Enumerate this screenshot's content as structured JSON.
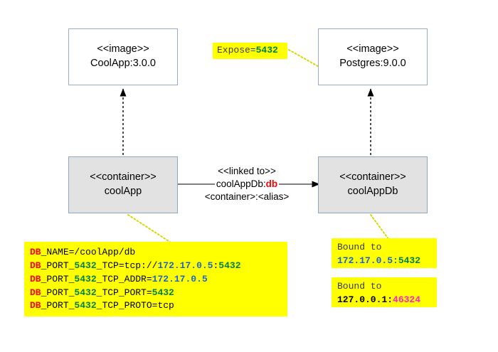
{
  "diagram": {
    "title": "Docker container linking diagram",
    "colors": {
      "highlight_bg": "#ffff00",
      "container_fill": "#e2e2e2",
      "node_border": "#9badc4",
      "red": "#ff0000",
      "green": "#008040",
      "blue": "#1a66cc",
      "magenta": "#ff22cc",
      "dotted_connector": "#d8d800"
    },
    "nodes": {
      "coolapp_image": {
        "stereotype": "<<image>>",
        "name": "CoolApp:3.0.0"
      },
      "postgres_image": {
        "stereotype": "<<image>>",
        "name": "Postgres:9.0.0"
      },
      "coolapp_container": {
        "stereotype": "<<container>>",
        "name": "coolApp"
      },
      "coolappdb_container": {
        "stereotype": "<<container>>",
        "name": "coolAppDb"
      }
    },
    "link_edge": {
      "line1": "<<linked to>>",
      "line2_prefix": "coolAppDb:",
      "line2_alias": "db",
      "line3": "<container>:<alias>"
    },
    "expose_note": {
      "label": "Expose=",
      "port": "5432"
    },
    "env_note": {
      "lines": [
        {
          "key": "DB",
          "rest": [
            {
              "t": "_NAME=/coolApp/db",
              "c": "black"
            }
          ]
        },
        {
          "key": "DB",
          "rest": [
            {
              "t": "_PORT_",
              "c": "black"
            },
            {
              "t": "5432",
              "c": "green"
            },
            {
              "t": "_TCP=tcp://",
              "c": "black"
            },
            {
              "t": "172.17.0.5",
              "c": "blue"
            },
            {
              "t": ":",
              "c": "black"
            },
            {
              "t": "5432",
              "c": "green"
            }
          ]
        },
        {
          "key": "DB",
          "rest": [
            {
              "t": "_PORT_",
              "c": "black"
            },
            {
              "t": "5432",
              "c": "green"
            },
            {
              "t": "_TCP_ADDR=",
              "c": "black"
            },
            {
              "t": "172.17.0.5",
              "c": "blue"
            }
          ]
        },
        {
          "key": "DB",
          "rest": [
            {
              "t": "_PORT_",
              "c": "black"
            },
            {
              "t": "5432",
              "c": "green"
            },
            {
              "t": "_TCP_PORT=",
              "c": "black"
            },
            {
              "t": "5432",
              "c": "green"
            }
          ]
        },
        {
          "key": "DB",
          "rest": [
            {
              "t": "_PORT_",
              "c": "black"
            },
            {
              "t": "5432",
              "c": "green"
            },
            {
              "t": "_TCP_PROTO=tcp",
              "c": "black"
            }
          ]
        }
      ]
    },
    "bound_note_1": {
      "title": "Bound to",
      "address": "172.17.0.5",
      "separator": ":",
      "port": "5432"
    },
    "bound_note_2": {
      "title": "Bound to",
      "address": "127.0.0.1",
      "separator": ":",
      "port": "46324"
    }
  }
}
